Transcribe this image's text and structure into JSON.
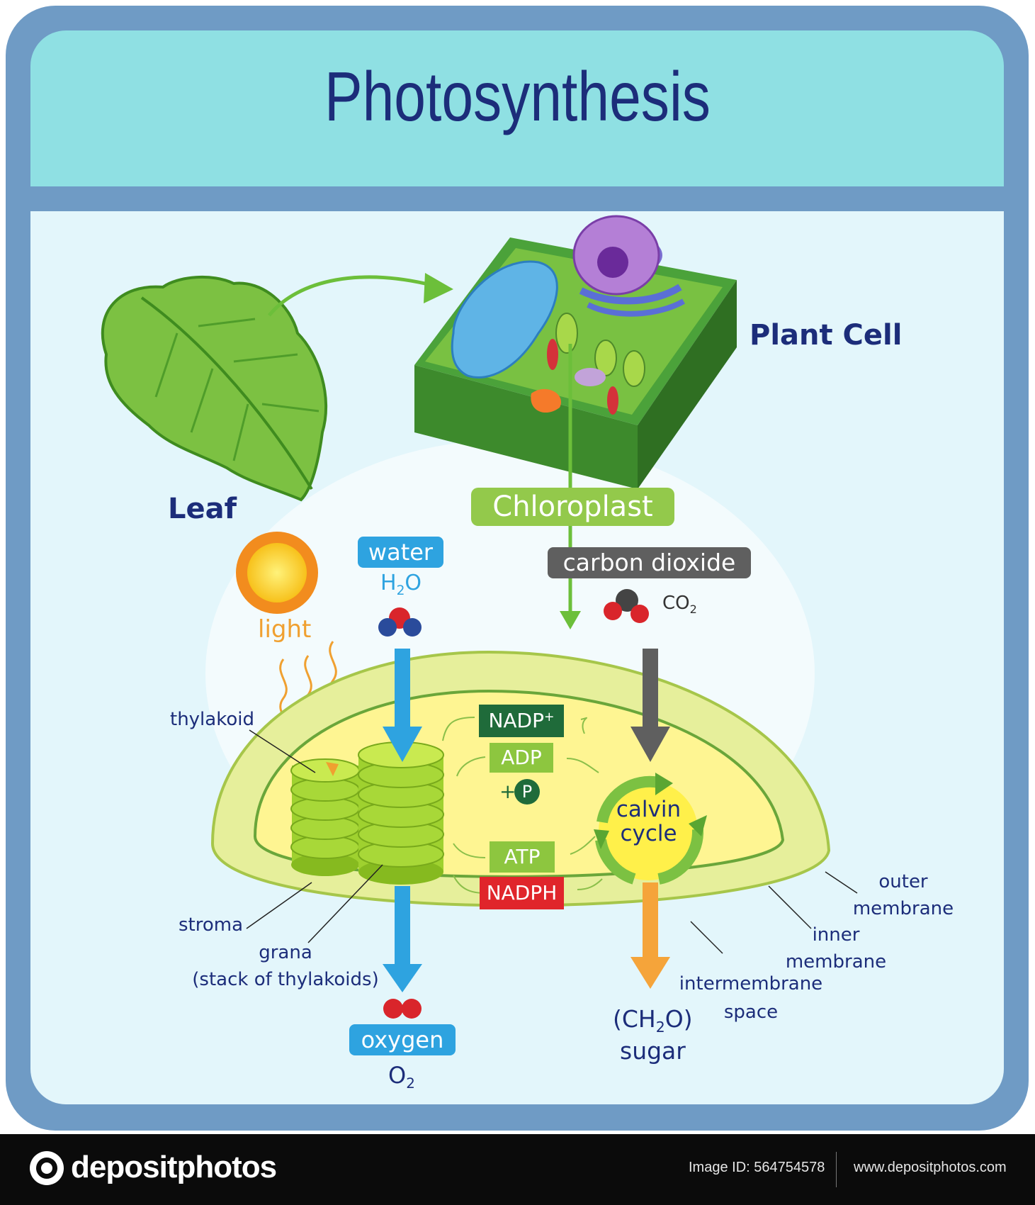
{
  "title": "Photosynthesis",
  "labels": {
    "leaf": "Leaf",
    "plant_cell": "Plant Cell",
    "chloroplast": "Chloroplast",
    "carbon_dioxide": "carbon dioxide",
    "co2_formula": "CO",
    "co2_sub": "2",
    "water": "water",
    "h2o_h": "H",
    "h2o_sub": "2",
    "h2o_o": "O",
    "light": "light",
    "thylakoid": "thylakoid",
    "nadp": "NADP",
    "nadp_sup": "+",
    "adp": "ADP",
    "plus": "+",
    "p": "P",
    "atp": "ATP",
    "nadph": "NADPH",
    "calvin_line1": "calvin",
    "calvin_line2": "cycle",
    "stroma": "stroma",
    "grana_line1": "grana",
    "grana_line2": "(stack of thylakoids)",
    "oxygen": "oxygen",
    "o2_o": "O",
    "o2_sub": "2",
    "sugar_pre": "(CH",
    "sugar_sub": "2",
    "sugar_post": "O)",
    "sugar": "sugar",
    "outer_line1": "outer",
    "outer_line2": "membrane",
    "inner_line1": "inner",
    "inner_line2": "membrane",
    "intermembrane_line1": "intermembrane",
    "intermembrane_line2": "space"
  },
  "footer": {
    "brand": "depositphotos",
    "image_id": "Image ID: 564754578",
    "site": "www.depositphotos.com"
  },
  "colors": {
    "frame": "#6f9bc5",
    "title_panel": "#8fe0e3",
    "body_panel": "#e3f6fb",
    "title_text": "#1c2d7a",
    "label_text": "#1c2d7a",
    "water_blue": "#2ea3e0",
    "co2_gray": "#5f5f5f",
    "chloroplast_green": "#93c94b",
    "nadp_green": "#1f6b3a",
    "adp_green": "#8dc63f",
    "atp_green": "#8dc63f",
    "nadph_red": "#e0252b",
    "sugar_orange": "#f5a43a",
    "light_orange": "#f0a030"
  }
}
